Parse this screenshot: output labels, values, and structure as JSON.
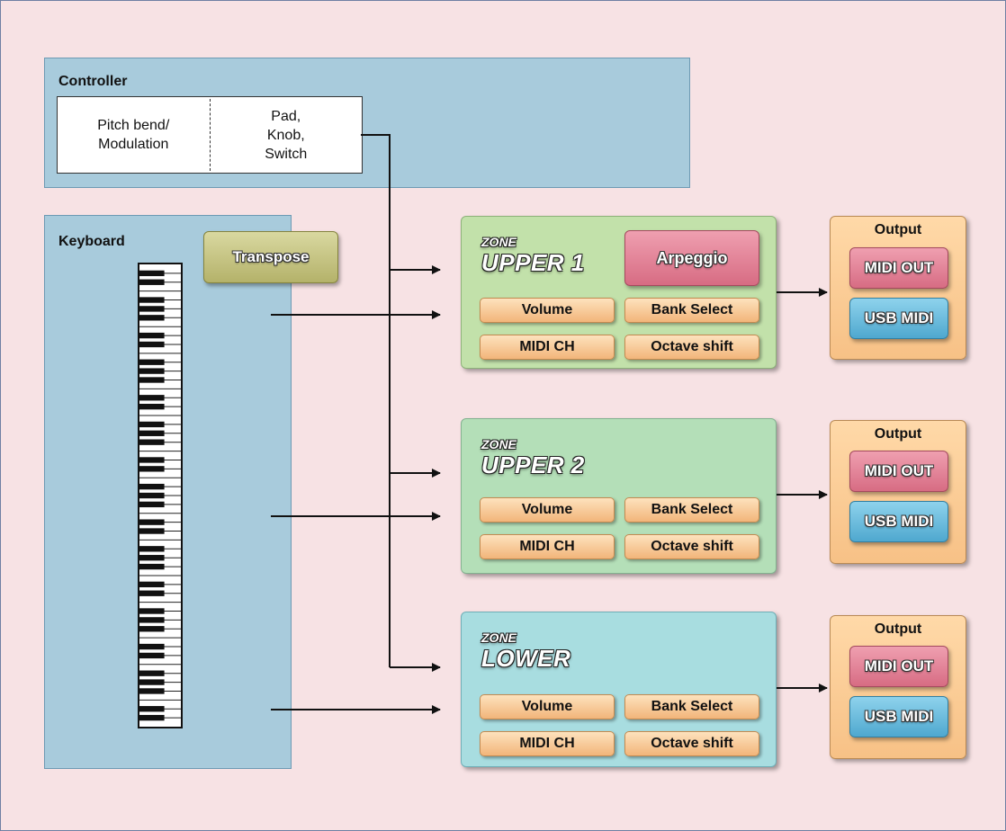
{
  "controller": {
    "title": "Controller",
    "cells": [
      "Pitch bend/\nModulation",
      "Pad,\nKnob,\nSwitch"
    ]
  },
  "keyboard": {
    "title": "Keyboard",
    "transpose_label": "Transpose"
  },
  "zones": [
    {
      "small_label": "ZONE",
      "name": "UPPER 1",
      "arpeggio_label": "Arpeggio",
      "params": [
        "Volume",
        "Bank Select",
        "MIDI CH",
        "Octave shift"
      ]
    },
    {
      "small_label": "ZONE",
      "name": "UPPER 2",
      "params": [
        "Volume",
        "Bank Select",
        "MIDI CH",
        "Octave shift"
      ]
    },
    {
      "small_label": "ZONE",
      "name": "LOWER",
      "params": [
        "Volume",
        "Bank Select",
        "MIDI CH",
        "Octave shift"
      ]
    }
  ],
  "outputs": [
    {
      "title": "Output",
      "midi_out": "MIDI OUT",
      "usb_midi": "USB MIDI"
    },
    {
      "title": "Output",
      "midi_out": "MIDI OUT",
      "usb_midi": "USB MIDI"
    },
    {
      "title": "Output",
      "midi_out": "MIDI OUT",
      "usb_midi": "USB MIDI"
    }
  ],
  "colors": {
    "background": "#f7e2e4",
    "panel_blue": "#a8cbdc",
    "zone_upper1": "#c2e1aa",
    "zone_upper2": "#b4dfb8",
    "zone_lower": "#a8dde0",
    "param_orange": "#f2b57a",
    "midi_out_pink": "#d76c83",
    "usb_midi_blue": "#4fa8cf",
    "transpose_olive": "#b4b26a"
  }
}
